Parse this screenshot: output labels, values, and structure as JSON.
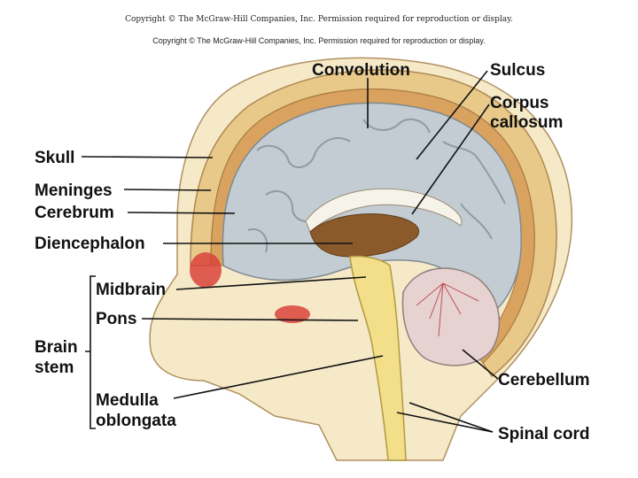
{
  "copyright": {
    "line1": "Copyright © The McGraw-Hill Companies, Inc. Permission required for reproduction or display.",
    "line2": "Copyright © The McGraw-Hill Companies, Inc. Permission required for reproduction or display."
  },
  "labels": {
    "convolution": "Convolution",
    "sulcus": "Sulcus",
    "corpus_1": "Corpus",
    "corpus_2": "callosum",
    "skull": "Skull",
    "meninges": "Meninges",
    "cerebrum": "Cerebrum",
    "diencephalon": "Diencephalon",
    "midbrain": "Midbrain",
    "pons": "Pons",
    "brain_stem_1": "Brain",
    "brain_stem_2": "stem",
    "medulla_1": "Medulla",
    "medulla_2": "oblongata",
    "cerebellum": "Cerebellum",
    "spinal_cord": "Spinal cord"
  },
  "colors": {
    "skull": "#e8c98a",
    "meninges": "#d9a25f",
    "cerebrum": "#c3ccd2",
    "brainstem": "#f3df8a",
    "diencephalon": "#8a5a2b",
    "cerebellum": "#e7d2d2",
    "sinus": "#d9433b",
    "skin": "#f5e9c8"
  }
}
